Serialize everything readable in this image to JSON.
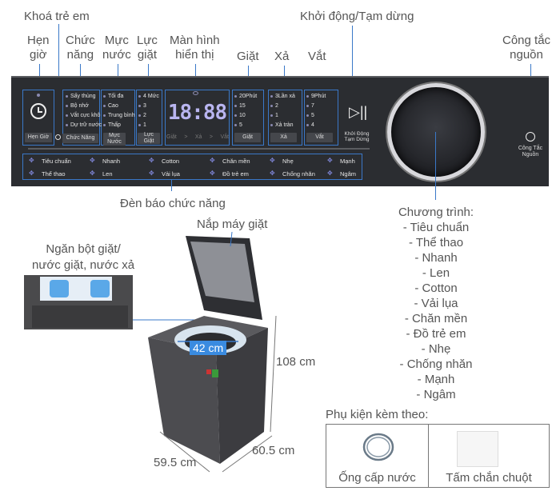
{
  "labels": {
    "child_lock": "Khoá trẻ em",
    "timer": [
      "Hẹn",
      "giờ"
    ],
    "function": [
      "Chức",
      "năng"
    ],
    "water_level": [
      "Mực",
      "nước"
    ],
    "wash_force": [
      "Lực",
      "giặt"
    ],
    "display": [
      "Màn hình",
      "hiển thị"
    ],
    "wash": "Giặt",
    "rinse": "Xả",
    "spin": "Vắt",
    "start_pause": "Khởi động/Tạm dừng",
    "power": [
      "Công tắc",
      "nguồn"
    ],
    "indicator": "Đèn báo chức năng",
    "lid": "Nắp máy giặt",
    "dispenser": [
      "Ngăn bột giặt/",
      "nước giặt, nước xả"
    ]
  },
  "panel": {
    "timer_button": "Hẹn Giờ",
    "function_button": "Chức Năng",
    "function_options": [
      "Sấy thùng",
      "Bộ nhớ",
      "Vắt cực khô",
      "Dự trữ nước"
    ],
    "water_options": [
      "Tối đa",
      "Cao",
      "Trung bình",
      "Thấp"
    ],
    "water_button": [
      "Mực",
      "Nước"
    ],
    "force_options": [
      "4 Mức",
      "3",
      "2",
      "1"
    ],
    "force_button": [
      "Lực",
      "Giặt"
    ],
    "display_digits": "18:88",
    "display_steps": [
      "Giặt",
      ">",
      "Xả",
      ">",
      "Vắt"
    ],
    "wash_options": [
      "20Phút",
      "15",
      "10",
      "5"
    ],
    "wash_button": "Giặt",
    "rinse_options": [
      "3Lần xả",
      "2",
      "1",
      "Xả tràn"
    ],
    "rinse_button": "Xả",
    "spin_options": [
      "9Phút",
      "7",
      "5",
      "4"
    ],
    "spin_button": "Vắt",
    "start_label": [
      "Khởi Động",
      "Tạm Dừng"
    ],
    "power_label": [
      "Công Tắc",
      "Nguồn"
    ],
    "programs": [
      "Tiêu chuẩn",
      "Thể thao",
      "Nhanh",
      "Len",
      "Cotton",
      "Vải lụa",
      "Chăn mền",
      "Đồ trẻ em",
      "Nhẹ",
      "Chống nhăn",
      "Mạnh",
      "Ngâm"
    ]
  },
  "program_list": {
    "title": "Chương trình:",
    "items": [
      "- Tiêu chuẩn",
      "- Thể thao",
      "- Nhanh",
      "- Len",
      "- Cotton",
      "- Vải lụa",
      "- Chăn mền",
      "- Đồ trẻ em",
      "- Nhẹ",
      "- Chống nhăn",
      "- Mạnh",
      "- Ngâm"
    ]
  },
  "dimensions": {
    "drum": "42 cm",
    "height": "108 cm",
    "depth": "60.5 cm",
    "width": "59.5 cm"
  },
  "accessories": {
    "title": "Phụ kiện kèm theo:",
    "items": [
      "Ống cấp nước",
      "Tấm chắn chuột"
    ]
  },
  "colors": {
    "accent": "#3a78c8",
    "panel": "#2b2d31",
    "display": "#b9b5f0"
  }
}
